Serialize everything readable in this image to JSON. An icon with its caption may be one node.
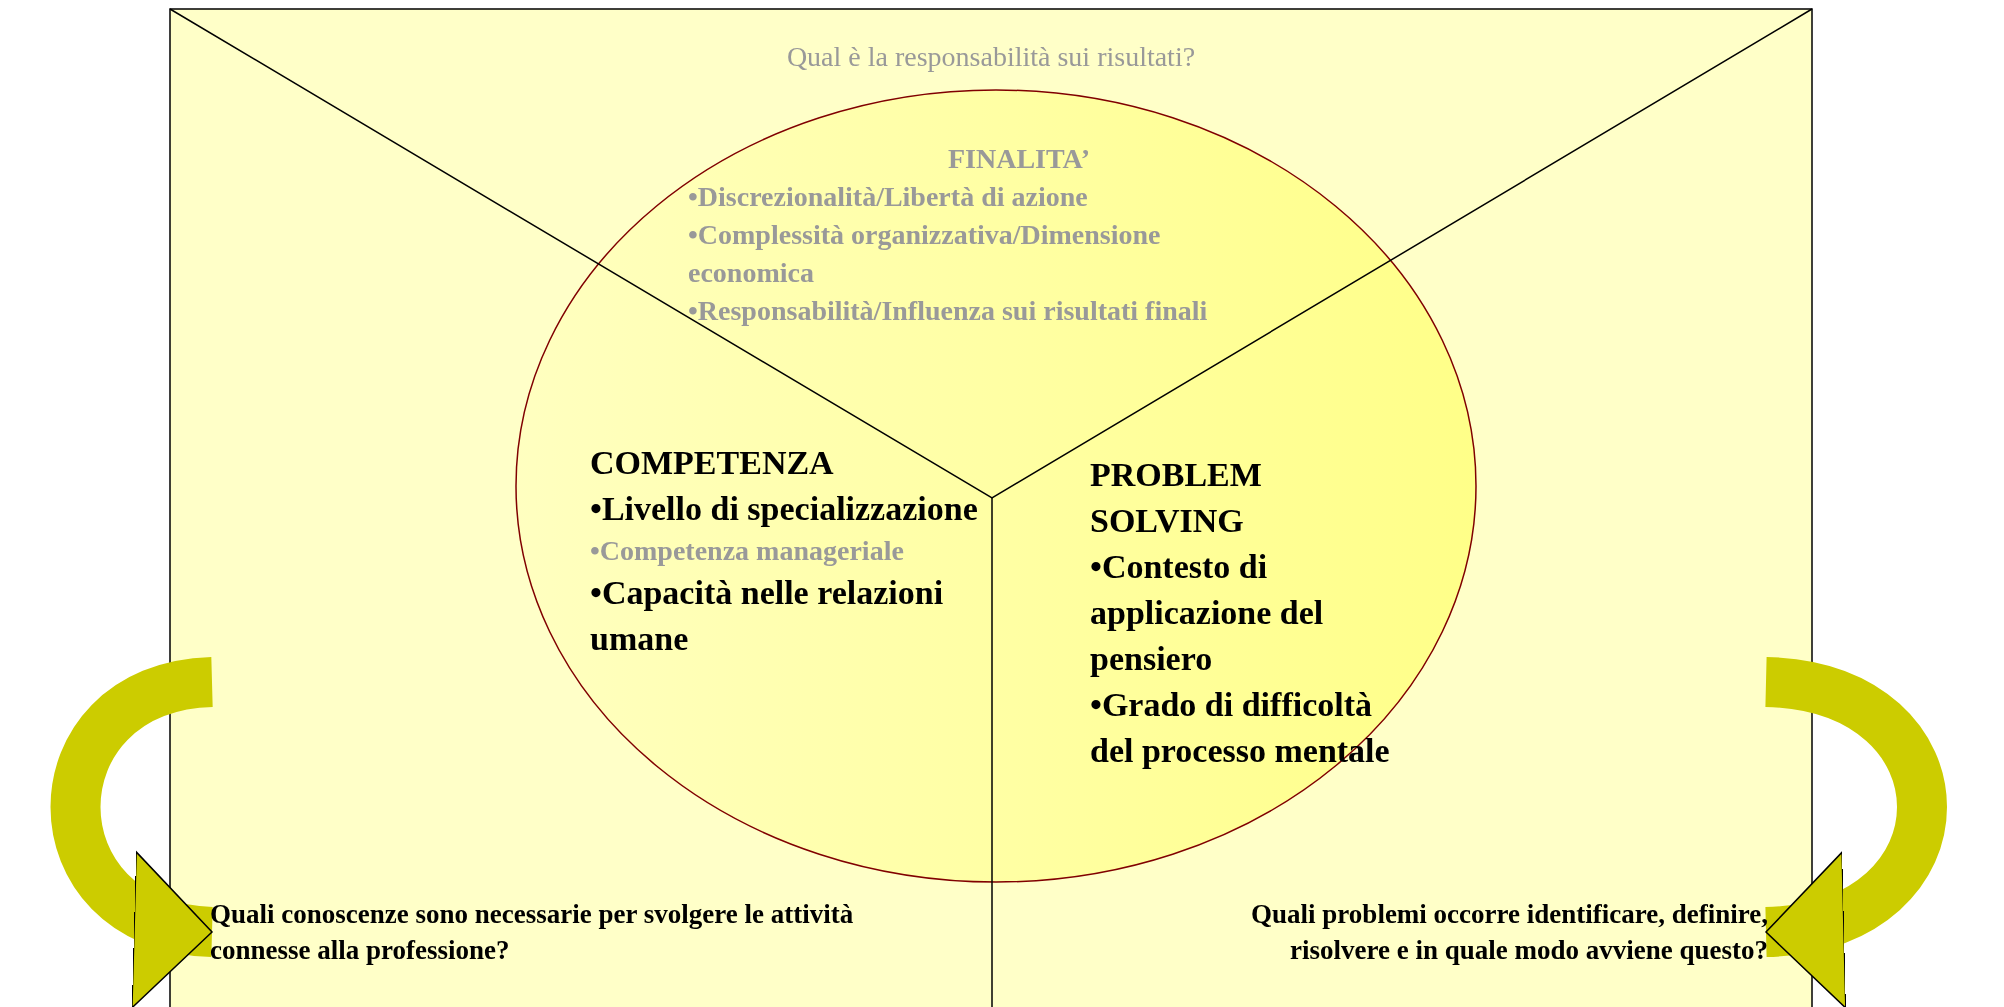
{
  "diagram": {
    "nodes": [
      {
        "text": [
          "Qual è la responsabilità sui risultati?"
        ]
      },
      {
        "text": [
          "FINALITA’",
          "•Discrezionalità/Libertà di azione",
          "•Complessità organizzativa/Dimensione economica",
          "•Responsabilità/Influenza sui risultati finali"
        ]
      },
      {
        "text": [
          "COMPETENZA",
          "•Livello di specializzazione",
          "•Competenza manageriale",
          "•Capacità nelle relazioni umane"
        ]
      },
      {
        "text": [
          "PROBLEM SOLVING",
          "•Contesto di applicazione del pensiero",
          "•Grado di difficoltà del processo mentale"
        ]
      },
      {
        "text": [
          "Quali conoscenze sono necessarie per svolgere le attività connesse alla professione?"
        ]
      },
      {
        "text": [
          "Quali problemi occorre identificare, definire, risolvere e in quale modo avviene questo?"
        ]
      }
    ],
    "edges": [
      {
        "from": null,
        "to": 4,
        "arrow": "to"
      },
      {
        "from": null,
        "to": 5,
        "arrow": "to"
      }
    ]
  }
}
